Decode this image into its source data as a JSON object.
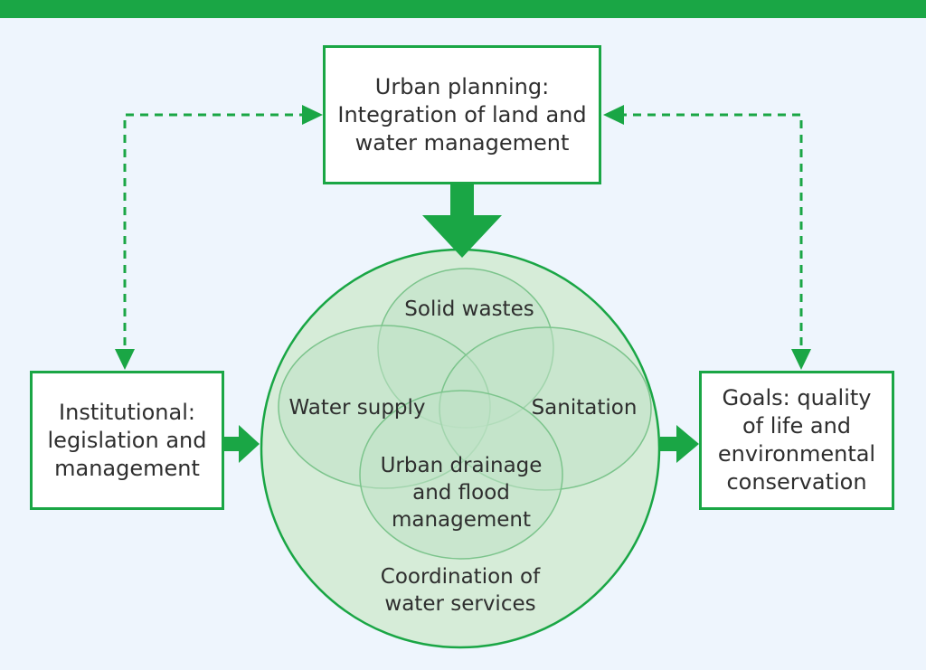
{
  "boxes": {
    "urban_planning": "Urban planning:\nIntegration of land and\nwater management",
    "institutional": "Institutional:\nlegislation and\nmanagement",
    "goals": "Goals: quality\nof life and\nenvironmental\nconservation"
  },
  "circles": {
    "solid_wastes": "Solid wastes",
    "water_supply": "Water supply",
    "sanitation": "Sanitation",
    "urban_drainage": "Urban drainage\nand flood\nmanagement",
    "coordination": "Coordination of\nwater services"
  },
  "colors": {
    "accent": "#1aa645",
    "background": "#eef5fd",
    "circle_fill": "#d6ecd8",
    "ellipse_stroke": "#7cc48c"
  }
}
